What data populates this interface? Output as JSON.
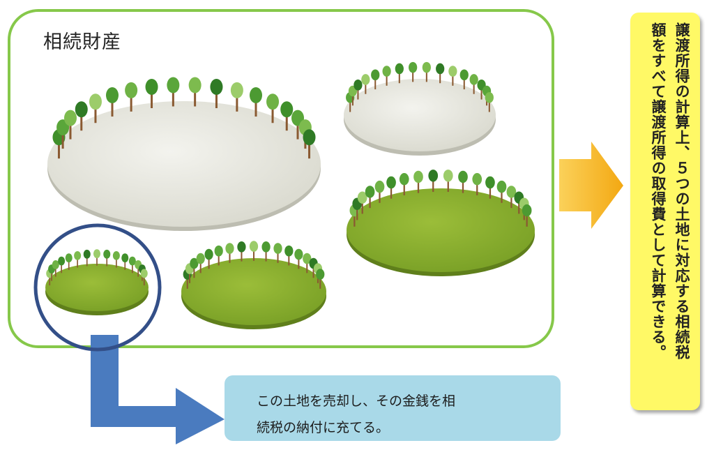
{
  "title": "相続財産",
  "callout": {
    "line1": "この土地を売却し、その金銭を相",
    "line2": "続税の納付に充てる。"
  },
  "note": {
    "col1": "譲渡所得の計算上、５つの土地に対応する相続税",
    "col2": "額をすべて譲渡所得の取得費として計算できる。"
  },
  "colors": {
    "frame": "#86c84a",
    "circle": "#334f88",
    "arrow_blue": "#4a7bbf",
    "arrow_orange": "#f6b21c",
    "callout_bg": "#a9d9e8",
    "note_bg": "#fff966",
    "plot_white": "#e7e7de",
    "plot_green": "#87ac2e"
  },
  "icons": [
    "land-plot-icon",
    "tree-icon",
    "arrow-right-icon",
    "arrow-bent-icon"
  ]
}
